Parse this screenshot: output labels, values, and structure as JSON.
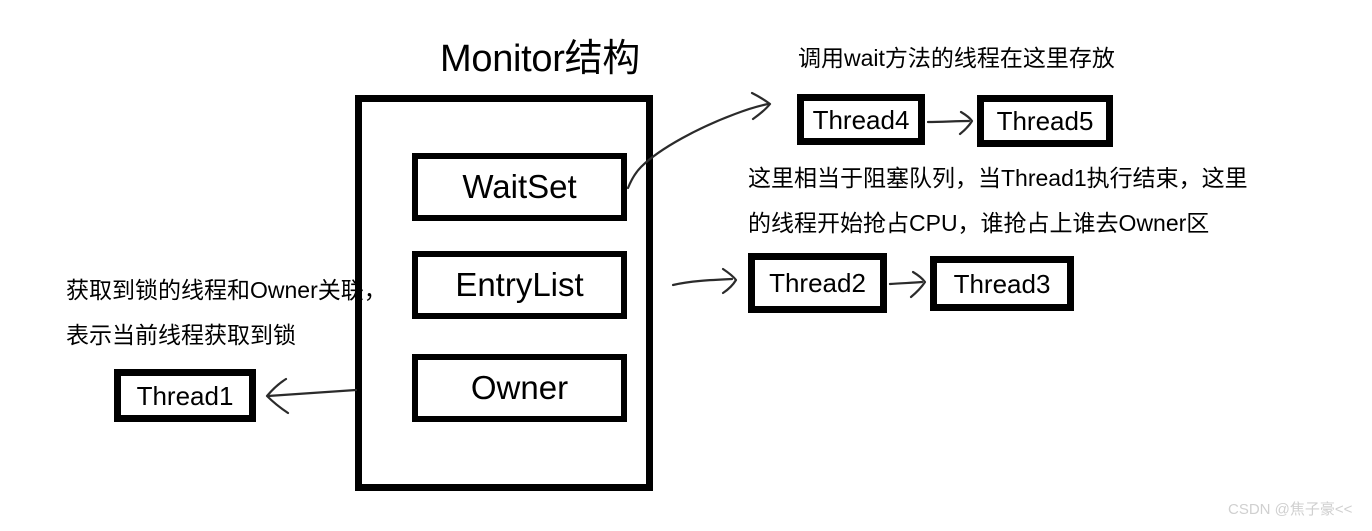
{
  "diagram": {
    "title": "Monitor结构",
    "monitor": {
      "name": "monitor-structure",
      "regions": [
        {
          "id": "waitset",
          "label": "WaitSet"
        },
        {
          "id": "entrylist",
          "label": "EntryList"
        },
        {
          "id": "owner",
          "label": "Owner"
        }
      ]
    },
    "threads": [
      {
        "id": "thread1",
        "label": "Thread1"
      },
      {
        "id": "thread2",
        "label": "Thread2"
      },
      {
        "id": "thread3",
        "label": "Thread3"
      },
      {
        "id": "thread4",
        "label": "Thread4"
      },
      {
        "id": "thread5",
        "label": "Thread5"
      }
    ],
    "annotations": {
      "waitset_note": "调用wait方法的线程在这里存放",
      "entrylist_note_line1": "这里相当于阻塞队列，当Thread1执行结束，这里",
      "entrylist_note_line2": "的线程开始抢占CPU，谁抢占上谁去Owner区",
      "owner_note_line1": "获取到锁的线程和Owner关联，",
      "owner_note_line2": "表示当前线程获取到锁"
    },
    "colors": {
      "stroke": "#000000",
      "background": "#ffffff",
      "arrow": "#2b2b2b",
      "watermark": "#d0d0d0"
    }
  },
  "watermark": "CSDN @焦子豪<<"
}
